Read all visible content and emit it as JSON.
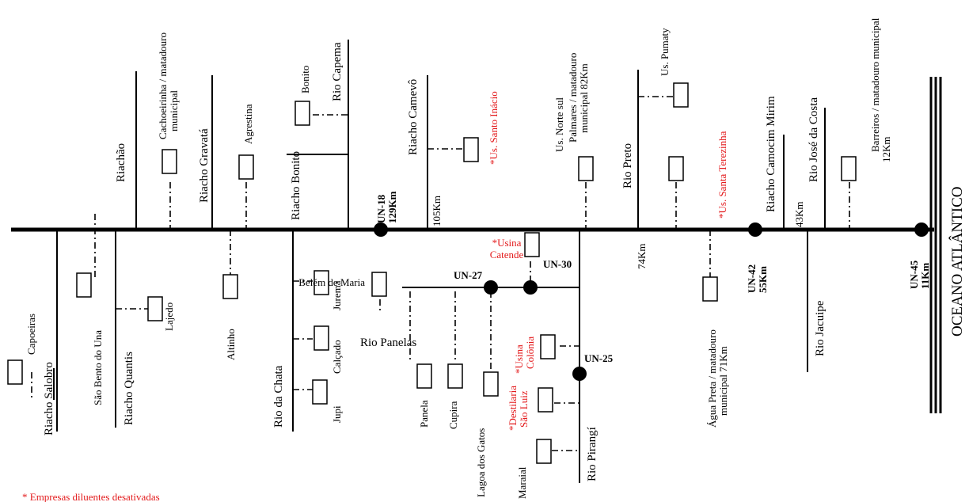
{
  "diagram": {
    "ocean": "OCEANO ATLÂNTICO",
    "footnote": "* Empresas diluentes desativadas",
    "stations": [
      {
        "code": "UN-18",
        "dist": "129Km"
      },
      {
        "code": "UN-42",
        "dist": "55Km"
      },
      {
        "code": "UN-45",
        "dist": "11Km"
      },
      {
        "code": "UN-27"
      },
      {
        "code": "UN-30"
      },
      {
        "code": "UN-25"
      }
    ],
    "rivers": [
      "Riacho Salobro",
      "Riacho Quantis",
      "Riachão",
      "Riacho Gravatá",
      "Rio da Chata",
      "Riacho Bonito",
      "Rio Capema",
      "Riacho Camevô",
      "Rio Panelas",
      "Rio Pirangí",
      "Rio Preto",
      "Riacho Camocim Mirim",
      "Rio José da Costa",
      "Rio Jacuipe"
    ],
    "places": [
      "Capoeiras",
      "São Bento do Una",
      "Lajedo",
      "Cachoeirinha / matadouro",
      "municipal",
      "Agrestina",
      "Altinho",
      "Jurema",
      "Calçado",
      "Jupi",
      "Bonito",
      "Belém de Maria",
      "Panela",
      "Cupira",
      "Lagoa dos Gatos",
      "Maraial",
      "Us. Norte sul",
      "Palmares / matadouro",
      "municipal  82Km",
      "Us. Pumaty",
      "Água Preta / matadouro",
      "municipal 71Km",
      "Barreiros / matadouro municipal",
      "12Km"
    ],
    "deactivated": [
      "*Us. Santo Inácio",
      "*Usina",
      "Catende",
      "*Usina",
      "Colônia",
      "*Destilaria",
      "São Luiz",
      "*Us. Santa Terezinha"
    ],
    "distances": [
      "105Km",
      "74Km",
      "43Km"
    ]
  }
}
